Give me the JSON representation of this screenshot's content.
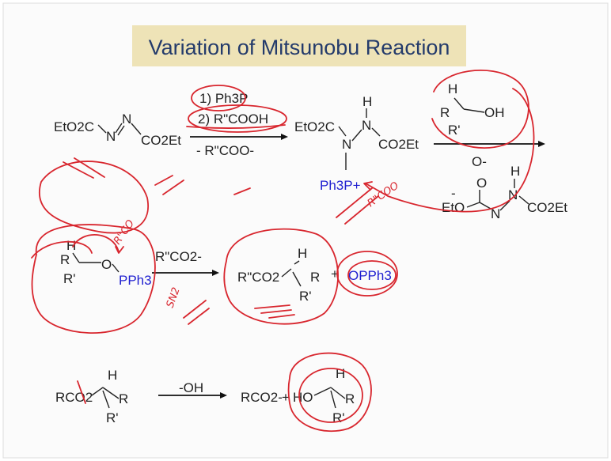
{
  "title": "Variation of Mitsunobu Reaction",
  "reaction1": {
    "left": "EtO2C",
    "n1": "N",
    "n2": "N",
    "right": "CO2Et",
    "reagent_step1": "1) Ph3P",
    "reagent_step2": "2) R\"COOH",
    "byproduct": "- R\"COO-",
    "product_left": "EtO2C",
    "product_n1": "N",
    "product_n2": "N",
    "product_h": "H",
    "product_right": "CO2Et",
    "product_phosphonium": "Ph3P+"
  },
  "reaction2": {
    "alcohol_h": "H",
    "alcohol_r": "R",
    "alcohol_rprime": "R'",
    "alcohol_oh": "OH",
    "hydrazide_o_minus": "O-",
    "hydrazide_o": "O",
    "hydrazide_n1": "N",
    "hydrazide_n2": "N",
    "hydrazide_h": "H",
    "hydrazide_eto": "EtO",
    "hydrazide_minus": "-",
    "hydrazide_right": "CO2Et"
  },
  "reaction3": {
    "h": "H",
    "r": "R",
    "rprime": "R'",
    "o": "O",
    "pph3": "PPh3",
    "reagent": "R\"CO2-",
    "product_left": "R\"CO2",
    "product_h": "H",
    "product_r": "R",
    "product_rprime": "R'",
    "plus": "+",
    "oxide": "OPPh3"
  },
  "reaction4": {
    "left": "RCO2",
    "h": "H",
    "r": "R",
    "rprime": "R'",
    "reagent": "-OH",
    "product_left": "RCO2-",
    "plus": "+",
    "ho": "HO",
    "product_h": "H",
    "product_r": "R",
    "product_rprime": "R'"
  },
  "annotations": {
    "note1": "R\"CO",
    "note2": "R\"COO",
    "note3": "SN2"
  }
}
